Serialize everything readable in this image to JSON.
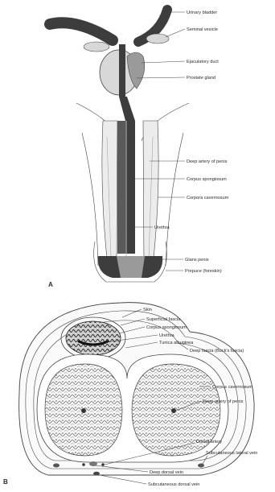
{
  "panels": {
    "a": "A",
    "b": "B"
  },
  "labels_a": {
    "urinary_bladder": "Urinary bladder",
    "seminal_vesicle": "Seminal vesicle",
    "ejaculatory_duct": "Ejaculatory duct",
    "prostate_gland": "Prostate gland",
    "deep_artery": "Deep artery of penis",
    "corpus_spongiosum": "Corpus spongiosum",
    "corpora_cavernosum": "Corpora cavernosum",
    "urethra": "Urethra",
    "glans_penis": "Glans penis",
    "prepuce": "Prepuce (foreskin)"
  },
  "labels_b": {
    "skin": "Skin",
    "superficial_fascia": "Superficial fascia",
    "corpus_spongiosum": "Corpus spongiosum",
    "urethra": "Urethra",
    "tunica_albuginea": "Tunica albuginea",
    "deep_fascia": "Deep fascia (Buck's fascia)",
    "corpus_cavernosum": "Corpus cavernosum",
    "deep_artery": "Deep artery of penis",
    "dorsal_artery": "Dorsal artery",
    "subcutaneous_lateral_vein": "Subcutaneous lateral vein",
    "deep_dorsal_vein": "Deep dorsal vein",
    "subcutaneous_dorsal_vein": "Subcutaneous dorsal vein"
  },
  "colors": {
    "tissue_dark": "#3d3d3d",
    "tissue_mid": "#9a9a9a",
    "tissue_light": "#d8d8d8",
    "outline": "#444444"
  }
}
